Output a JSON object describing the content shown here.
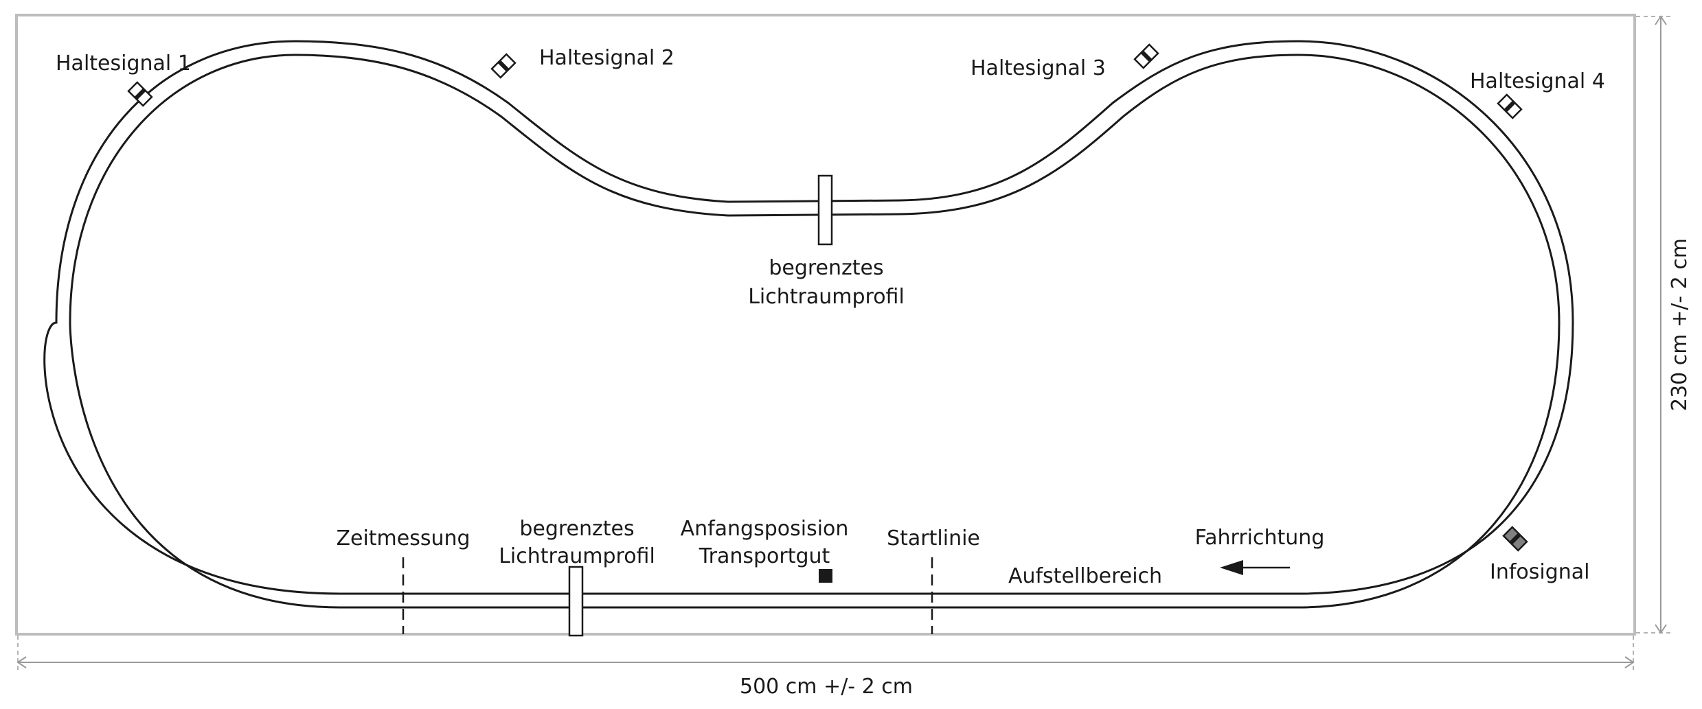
{
  "labels": {
    "haltesignal_1": "Haltesignal 1",
    "haltesignal_2": "Haltesignal 2",
    "haltesignal_3": "Haltesignal 3",
    "haltesignal_4": "Haltesignal 4",
    "infosignal": "Infosignal",
    "clearance_top_line1": "begrenztes",
    "clearance_top_line2": "Lichtraumprofil",
    "clearance_bottom_line1": "begrenztes",
    "clearance_bottom_line2": "Lichtraumprofil",
    "zeitmessung": "Zeitmessung",
    "anfangsposition_line1": "Anfangsposision",
    "anfangsposition_line2": "Transportgut",
    "startlinie": "Startlinie",
    "aufstellbereich": "Aufstellbereich",
    "fahrrichtung": "Fahrrichtung"
  },
  "dimensions": {
    "width": "500 cm +/- 2 cm",
    "height": "230 cm +/- 2 cm"
  },
  "colors": {
    "line": "#1a1a1a",
    "frame": "#bdbdbd",
    "dimension_line": "#9a9a9a",
    "infosignal_fill": "#808080"
  }
}
